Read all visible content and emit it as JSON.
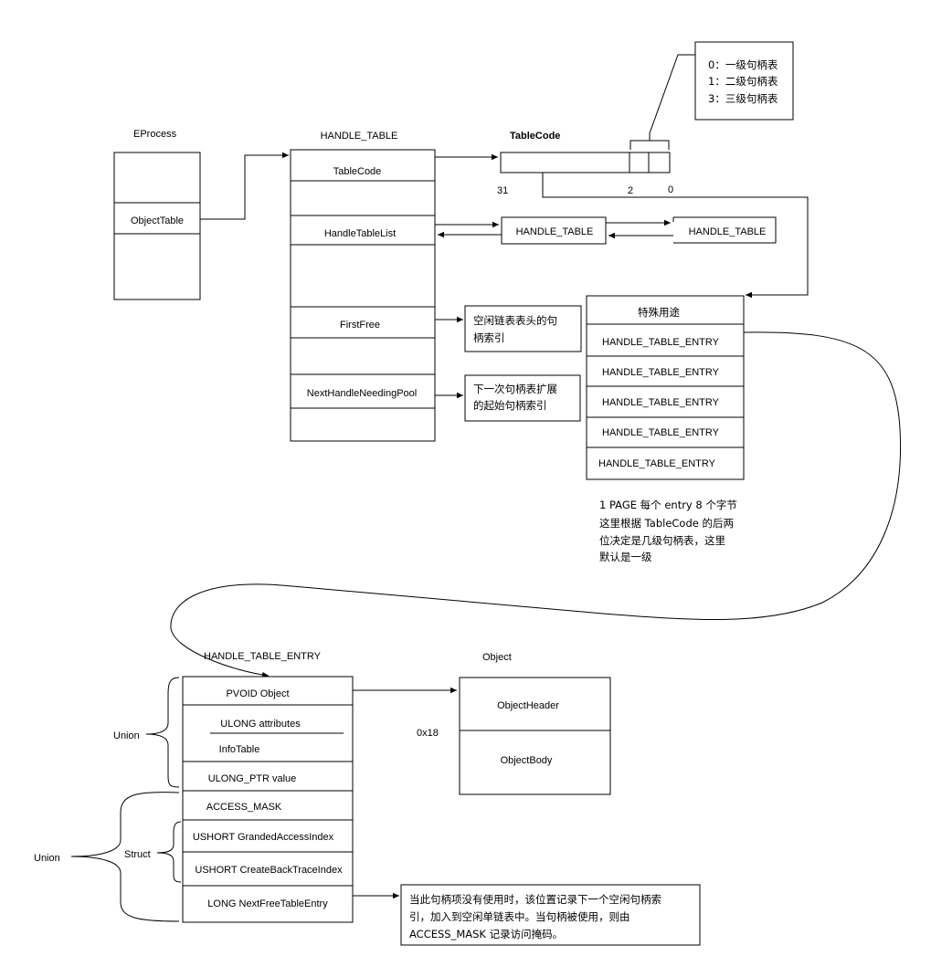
{
  "eprocess": {
    "title": "EProcess",
    "field": "ObjectTable"
  },
  "handle_table": {
    "title": "HANDLE_TABLE",
    "fields": {
      "table_code": "TableCode",
      "handle_table_list": "HandleTableList",
      "first_free": "FirstFree",
      "next_handle_needing_pool": "NextHandleNeedingPool"
    }
  },
  "table_code": {
    "title": "TableCode",
    "bit_high": "31",
    "bit_mid": "2",
    "bit_low": "0"
  },
  "level_note": {
    "line1": "0：一级句柄表",
    "line2": "1：二级句柄表",
    "line3": "3：三级句柄表"
  },
  "linked_tables": {
    "first": "HANDLE_TABLE",
    "second": "HANDLE_TABLE"
  },
  "first_free_note": {
    "line1": "空闲链表表头的句",
    "line2": "柄索引"
  },
  "next_pool_note": {
    "line1": "下一次句柄表扩展",
    "line2": "的起始句柄索引"
  },
  "entry_page": {
    "header": "特殊用途",
    "entries": [
      "HANDLE_TABLE_ENTRY",
      "HANDLE_TABLE_ENTRY",
      "HANDLE_TABLE_ENTRY",
      "HANDLE_TABLE_ENTRY",
      "HANDLE_TABLE_ENTRY"
    ]
  },
  "page_note": {
    "line1": "1 PAGE  每个 entry 8 个字节",
    "line2": "这里根据 TableCode 的后两",
    "line3": "位决定是几级句柄表，这里",
    "line4": "默认是一级"
  },
  "handle_table_entry": {
    "title": "HANDLE_TABLE_ENTRY",
    "fields": {
      "object": "PVOID Object",
      "attributes": "ULONG attributes",
      "info_table": "InfoTable",
      "value": "ULONG_PTR value",
      "access_mask": "ACCESS_MASK",
      "granted_access_index": "USHORT GrandedAccessIndex",
      "create_back_trace_index": "USHORT CreateBackTraceIndex",
      "next_free_table_entry": "LONG NextFreeTableEntry"
    }
  },
  "brace_labels": {
    "union_top": "Union",
    "union_outer": "Union",
    "struct": "Struct"
  },
  "object": {
    "title": "Object",
    "header": "ObjectHeader",
    "body": "ObjectBody",
    "offset": "0x18"
  },
  "next_free_note": {
    "line1": "当此句柄项没有使用时，该位置记录下一个空闲句柄索",
    "line2": "引，加入到空闲单链表中。当句柄被使用，则由",
    "line3": "ACCESS_MASK 记录访问掩码。"
  }
}
